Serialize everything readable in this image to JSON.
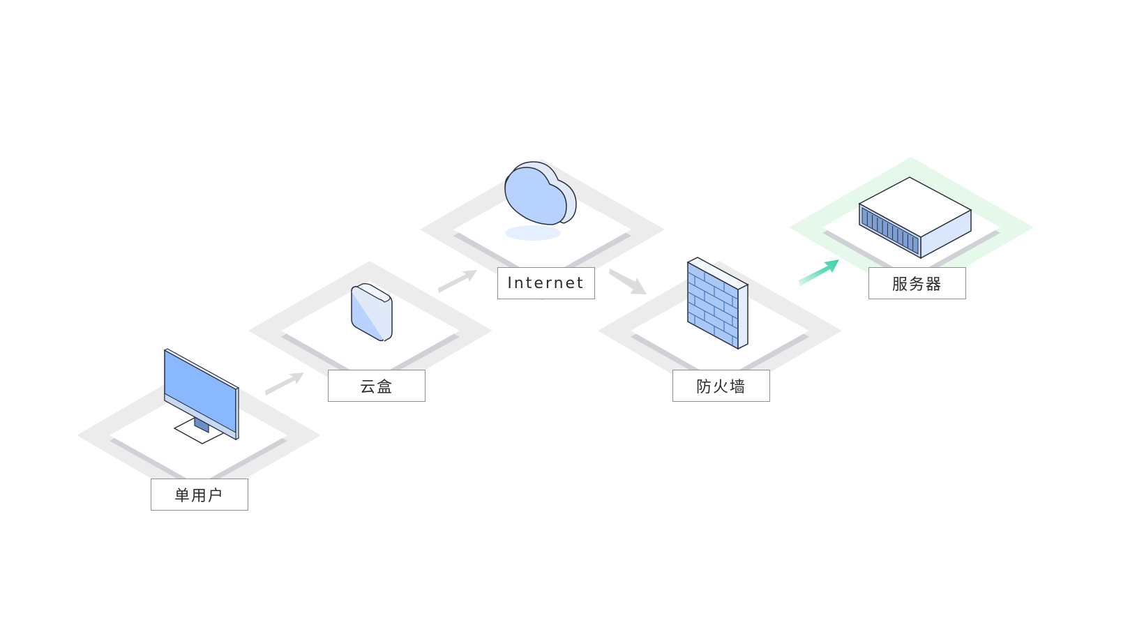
{
  "nodes": [
    {
      "id": "user",
      "label": "单用户",
      "icon": "monitor-icon",
      "highlight": false
    },
    {
      "id": "cloudbox",
      "label": "云盒",
      "icon": "cloud-box-icon",
      "highlight": false
    },
    {
      "id": "internet",
      "label": "Internet",
      "icon": "cloud-icon",
      "highlight": false
    },
    {
      "id": "firewall",
      "label": "防火墙",
      "icon": "firewall-icon",
      "highlight": false
    },
    {
      "id": "server",
      "label": "服务器",
      "icon": "server-icon",
      "highlight": true
    }
  ],
  "edges": [
    {
      "from": "user",
      "to": "cloudbox",
      "highlight": false
    },
    {
      "from": "cloudbox",
      "to": "internet",
      "highlight": false
    },
    {
      "from": "internet",
      "to": "firewall",
      "highlight": false
    },
    {
      "from": "firewall",
      "to": "server",
      "highlight": true
    }
  ],
  "colors": {
    "device_blue": "#8ab8ff",
    "device_light": "#c5dcff",
    "device_outline": "#2a2f3a",
    "platform_shadow": "#ececec",
    "platform_top": "#ffffff",
    "platform_edge": "#cfd1d6",
    "arrow_gray": "#dcdcdc",
    "highlight_green": "#4fd6b0",
    "highlight_glow": "#e6f8ea"
  }
}
